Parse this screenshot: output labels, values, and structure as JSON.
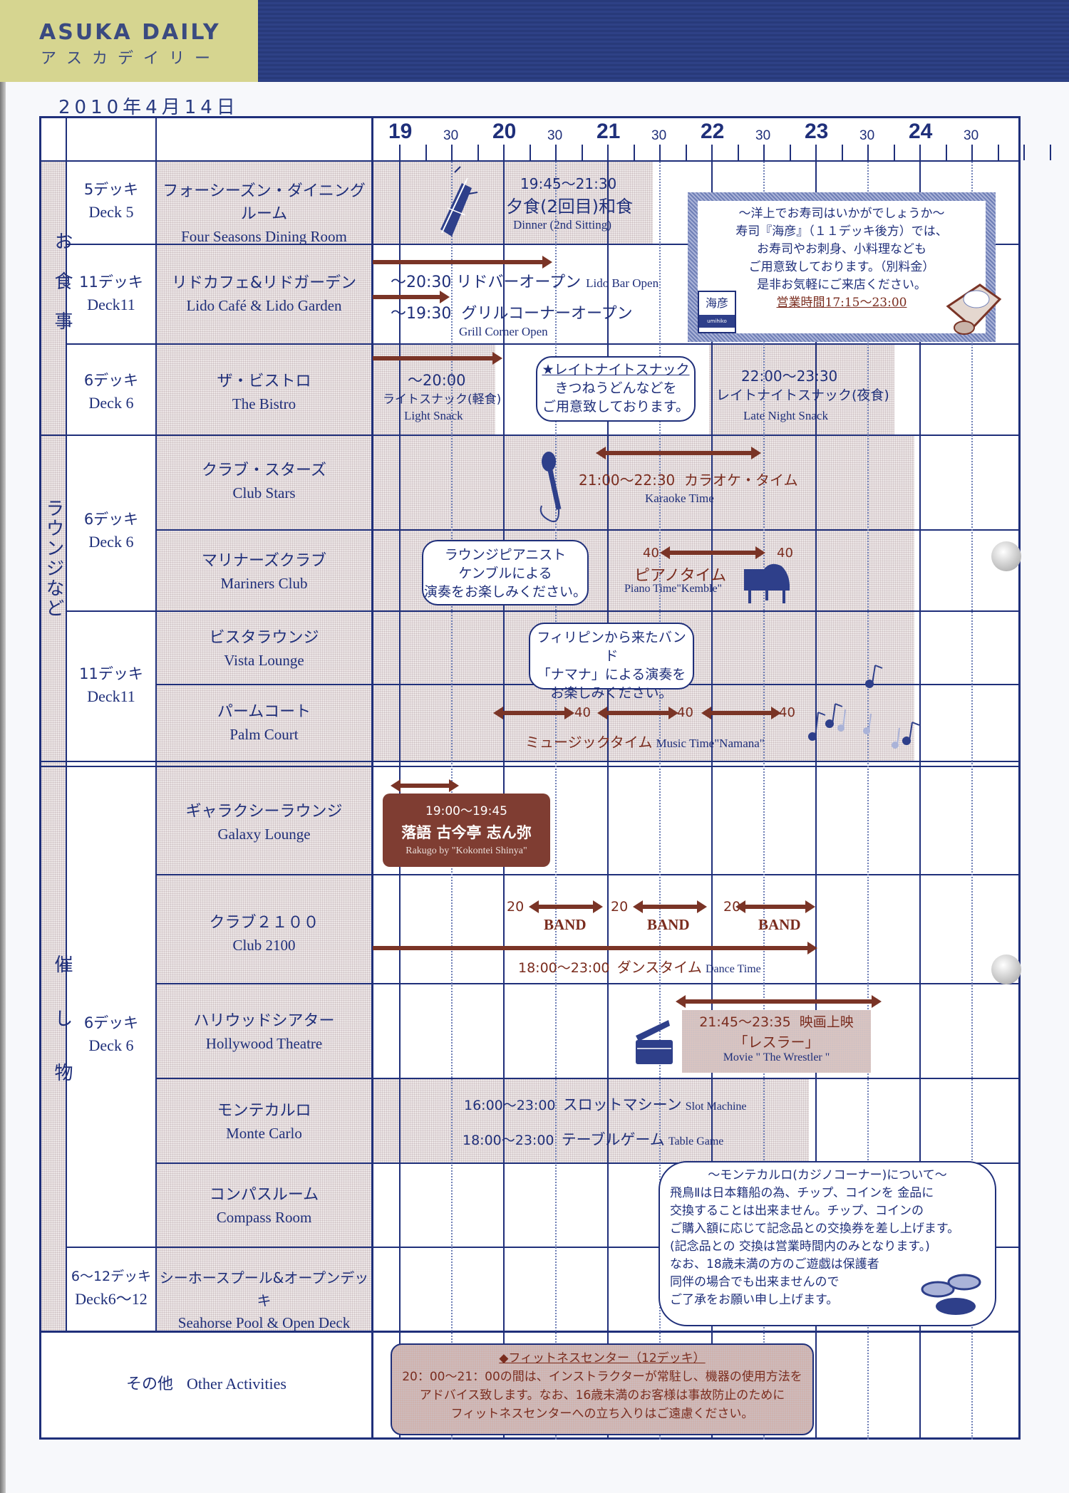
{
  "header": {
    "brand_en": "ASUKA DAILY",
    "brand_ja": "アスカデイリー",
    "date": "2010年4月14日"
  },
  "timeline": {
    "hours": [
      "19",
      "20",
      "21",
      "22",
      "23",
      "24"
    ],
    "half_label": "30"
  },
  "categories": [
    {
      "label": "お食事"
    },
    {
      "label": "ラウンジなど"
    },
    {
      "label": "催し物"
    }
  ],
  "decks": {
    "d5": {
      "ja": "5デッキ",
      "en": "Deck 5"
    },
    "d11a": {
      "ja": "11デッキ",
      "en": "Deck11"
    },
    "d6a": {
      "ja": "6デッキ",
      "en": "Deck 6"
    },
    "d6b": {
      "ja": "6デッキ",
      "en": "Deck 6"
    },
    "d11b": {
      "ja": "11デッキ",
      "en": "Deck11"
    },
    "d6c": {
      "ja": "6デッキ",
      "en": "Deck 6"
    },
    "d612": {
      "ja": "6〜12デッキ",
      "en": "Deck6〜12"
    }
  },
  "venues": [
    {
      "ja": "フォーシーズン・ダイニングルーム",
      "en": "Four Seasons Dining Room"
    },
    {
      "ja": "リドカフェ&リドガーデン",
      "en": "Lido Café & Lido Garden"
    },
    {
      "ja": "ザ・ビストロ",
      "en": "The Bistro"
    },
    {
      "ja": "クラブ・スターズ",
      "en": "Club Stars"
    },
    {
      "ja": "マリナーズクラブ",
      "en": "Mariners Club"
    },
    {
      "ja": "ビスタラウンジ",
      "en": "Vista Lounge"
    },
    {
      "ja": "パームコート",
      "en": "Palm Court"
    },
    {
      "ja": "ギャラクシーラウンジ",
      "en": "Galaxy Lounge"
    },
    {
      "ja": "クラブ２１００",
      "en": "Club 2100"
    },
    {
      "ja": "ハリウッドシアター",
      "en": "Hollywood Theatre"
    },
    {
      "ja": "モンテカルロ",
      "en": "Monte Carlo"
    },
    {
      "ja": "コンパスルーム",
      "en": "Compass Room"
    },
    {
      "ja": "シーホースプール&オープンデッキ",
      "en": "Seahorse Pool & Open Deck"
    }
  ],
  "other_activities": {
    "ja": "その他",
    "en": "Other Activities"
  },
  "events": {
    "dinner": {
      "time": "19:45〜21:30",
      "ja": "夕食(2回目)和食",
      "en": "Dinner (2nd Sitting)"
    },
    "lido_bar": {
      "time": "〜20:30",
      "ja": "リドバーオープン",
      "en": "Lido Bar Open"
    },
    "grill": {
      "time": "〜19:30",
      "ja": "グリルコーナーオープン",
      "en": "Grill Corner Open"
    },
    "light_snack": {
      "time": "〜20:00",
      "ja": "ライトスナック(軽食)",
      "en": "Light Snack"
    },
    "late_snack_note": {
      "title": "★レイトナイトスナック",
      "l1": "きつねうどんなどを",
      "l2": "ご用意致しております。"
    },
    "late_snack": {
      "time": "22:00〜23:30",
      "ja": "レイトナイトスナック(夜食)",
      "en": "Late Night Snack"
    },
    "sushi": {
      "title": "〜洋上でお寿司はいかがでしょうか〜",
      "l1": "寿司『海彦』（１１デッキ後方）では、",
      "l2": "お寿司やお刺身、小料理なども",
      "l3": "ご用意致しております。（別料金）",
      "l4": "是非お気軽にご来店ください。",
      "hours": "営業時間17:15〜23:00",
      "logo": "海彦",
      "logo_sub": "umihiko"
    },
    "karaoke": {
      "time": "21:00〜22:30",
      "ja": "カラオケ・タイム",
      "en": "Karaoke Time"
    },
    "piano_note": {
      "l1": "ラウンジピアニスト",
      "l2": "ケンブルによる",
      "l3": "演奏をお楽しみください。"
    },
    "piano": {
      "start_min": "40",
      "end_min": "40",
      "ja": "ピアノタイム",
      "en": "Piano Time\"Kemble\""
    },
    "band_note": {
      "l1": "フィリピンから来たバンド",
      "l2": "「ナマナ」による演奏を",
      "l3": "お楽しみください。"
    },
    "music": {
      "set_min": "40",
      "ja": "ミュージックタイム",
      "en": "Music Time\"Namana\""
    },
    "rakugo": {
      "time": "19:00〜19:45",
      "ja": "落語 古今亭 志ん弥",
      "en": "Rakugo by \"Kokontei Shinya\""
    },
    "band": {
      "start_min": "20",
      "label": "BAND"
    },
    "dance": {
      "time": "18:00〜23:00",
      "ja": "ダンスタイム",
      "en": "Dance Time"
    },
    "movie": {
      "time": "21:45〜23:35",
      "ja_head": "映画上映",
      "title": "「レスラー」",
      "en": "Movie \" The Wrestler \""
    },
    "slot": {
      "time": "16:00〜23:00",
      "ja": "スロットマシーン",
      "en": "Slot Machine"
    },
    "table_game": {
      "time": "18:00〜23:00",
      "ja": "テーブルゲーム",
      "en": "Table Game"
    },
    "casino_note": {
      "title": "〜モンテカルロ(カジノコーナー)について〜",
      "l1": "飛鳥Ⅱは日本籍船の為、チップ、コインを 金品に",
      "l2": "交換することは出来ません。チップ、コインの",
      "l3": "ご購入額に応じて記念品との交換券を差し上げます。",
      "l4": "(記念品との 交換は営業時間内のみとなります。)",
      "l5": "なお、18歳未満の方のご遊戯は保護者",
      "l6": "同伴の場合でも出来ませんので",
      "l7": "ご了承をお願い申し上げます。"
    },
    "fitness": {
      "title": "◆フィットネスセンター（12デッキ）",
      "l1": "20：00〜21：00の間は、インストラクターが常駐し、機器の使用方法を",
      "l2": "アドバイス致します。なお、16歳未満のお客様は事故防止のために",
      "l3": "フィットネスセンターへの立ち入りはご遠慮ください。"
    }
  },
  "colors": {
    "navy": "#1f2f7a",
    "accent_brown": "#7a3426",
    "band_khaki": "#d6d590"
  }
}
